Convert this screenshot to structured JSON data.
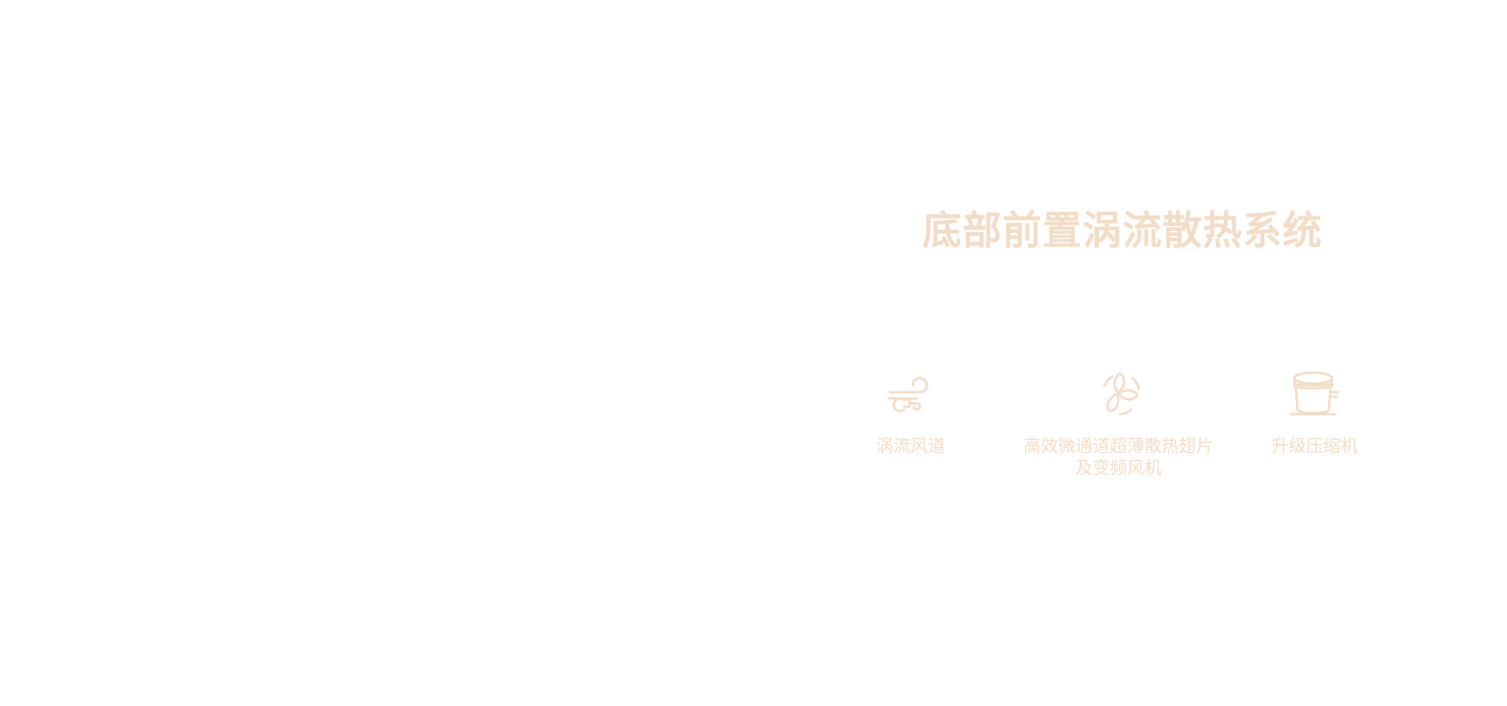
{
  "colors": {
    "accent": "#f3dcc5",
    "background": "#ffffff"
  },
  "title": "底部前置涡流散热系统",
  "features": [
    {
      "icon": "wind-vortex-icon",
      "label_lines": [
        "涡流风道"
      ]
    },
    {
      "icon": "fan-icon",
      "label_lines": [
        "高效微通道超薄散热翅片",
        "及变频风机"
      ]
    },
    {
      "icon": "compressor-icon",
      "label_lines": [
        "升级压缩机"
      ]
    }
  ]
}
